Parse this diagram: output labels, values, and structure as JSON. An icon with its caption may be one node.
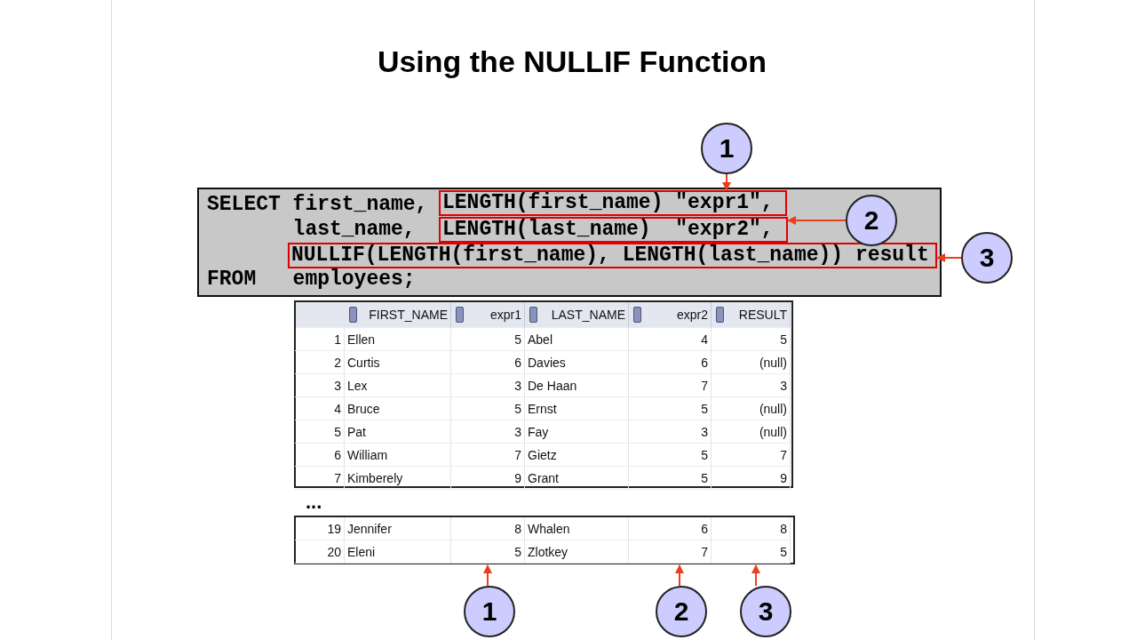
{
  "diagram": {
    "title": "Using the NULLIF Function",
    "nodes": [
      {
        "text": [
          "1"
        ]
      },
      {
        "text": [
          "2"
        ],
        "in": 3
      },
      {
        "text": [
          "3"
        ]
      },
      {
        "text": [
          "SELECT",
          "first_name,",
          "last_name,",
          "FROM",
          "employees;"
        ]
      },
      {
        "text": [
          "LENGTH(first_name) \"expr1\","
        ],
        "in": 3
      },
      {
        "text": [
          "LENGTH(last_name)  \"expr2\","
        ],
        "in": 3
      },
      {
        "text": [
          "NULLIF(LENGTH(first_name), LENGTH(last_name)) result"
        ],
        "in": 3
      },
      {
        "text": [
          "1"
        ]
      },
      {
        "text": [
          "2"
        ]
      },
      {
        "text": [
          "3"
        ]
      }
    ],
    "edges": [
      {
        "from": 0,
        "to": 4,
        "arrow": "to"
      },
      {
        "from": 1,
        "to": 5,
        "arrow": "to"
      },
      {
        "from": 2,
        "to": 6,
        "arrow": "to"
      },
      {
        "from": 7,
        "to": null,
        "arrow": "to"
      },
      {
        "from": 8,
        "to": null,
        "arrow": "to"
      },
      {
        "from": 9,
        "to": null,
        "arrow": "to"
      }
    ],
    "labels": [
      "FIRST_NAME",
      "expr1",
      "LAST_NAME",
      "expr2",
      "RESULT",
      "1",
      "Ellen",
      "5",
      "Abel",
      "4",
      "5",
      "2",
      "Curtis",
      "6",
      "Davies",
      "6",
      "(null)",
      "3",
      "Lex",
      "3",
      "De Haan",
      "7",
      "3",
      "4",
      "Bruce",
      "5",
      "Ernst",
      "5",
      "(null)",
      "5",
      "Pat",
      "3",
      "Fay",
      "3",
      "(null)",
      "6",
      "William",
      "7",
      "Gietz",
      "5",
      "7",
      "7",
      "Kimberely",
      "9",
      "Grant",
      "5",
      "9",
      "...",
      "19",
      "Jennifer",
      "8",
      "Whalen",
      "6",
      "8",
      "20",
      "Eleni",
      "5",
      "Zlotkey",
      "7",
      "5"
    ]
  }
}
